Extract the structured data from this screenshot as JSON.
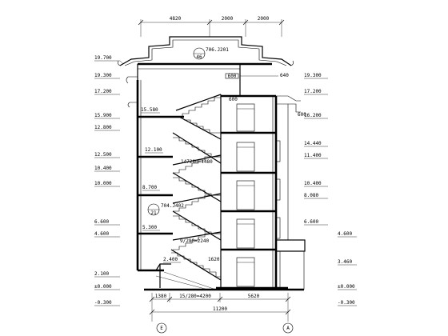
{
  "top_dimensions": [
    "4820",
    "2000",
    "2000"
  ],
  "detail_refs": {
    "roof": {
      "code": "706.J201",
      "sheet": "46"
    },
    "wall": {
      "code": "704.J402",
      "sheet": "21"
    }
  },
  "left_levels": [
    "19.700",
    "19.300",
    "17.200",
    "15.900",
    "12.800",
    "12.500",
    "10.400",
    "10.000",
    "6.600",
    "4.600",
    "2.100",
    "±0.000",
    "-0.300"
  ],
  "right_levels": [
    "19.300",
    "17.200",
    "16.200",
    "14.440",
    "11.400",
    "10.400",
    "8.080",
    "6.600",
    "4.600",
    "3.460",
    "±0.000",
    "-0.300"
  ],
  "stair_labels": [
    "15.580",
    "12.100",
    "8.700",
    "5.300",
    "2.400"
  ],
  "stair_run_notes": [
    "147280=4480",
    "9/280=2240"
  ],
  "small_notes": [
    "600",
    "640",
    "600",
    "600",
    "1620"
  ],
  "bottom_dimensions": {
    "segments": [
      "1380",
      "15/280=4200",
      "5620"
    ],
    "total": "11200"
  },
  "axis_labels": [
    "E",
    "A"
  ]
}
